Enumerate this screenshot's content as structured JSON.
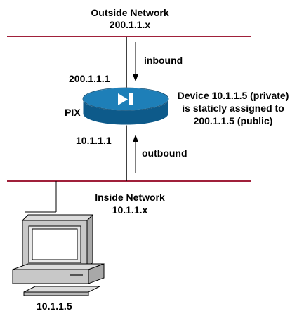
{
  "outside": {
    "title": "Outside Network",
    "subnet": "200.1.1.x"
  },
  "inside": {
    "title": "Inside Network",
    "subnet": "10.1.1.x"
  },
  "pix": {
    "name": "PIX",
    "outside_ip": "200.1.1.1",
    "inside_ip": "10.1.1.1"
  },
  "traffic": {
    "inbound": "inbound",
    "outbound": "outbound"
  },
  "note": {
    "line1": "Device 10.1.1.5 (private)",
    "line2": "is staticly assigned to",
    "line3": "200.1.1.5 (public)"
  },
  "host": {
    "ip": "10.1.1.5"
  },
  "colors": {
    "network_line": "#a0203a",
    "router_top": "#1e7fb8",
    "router_side": "#0d5a8a",
    "pc_body": "#c8c8c8"
  }
}
